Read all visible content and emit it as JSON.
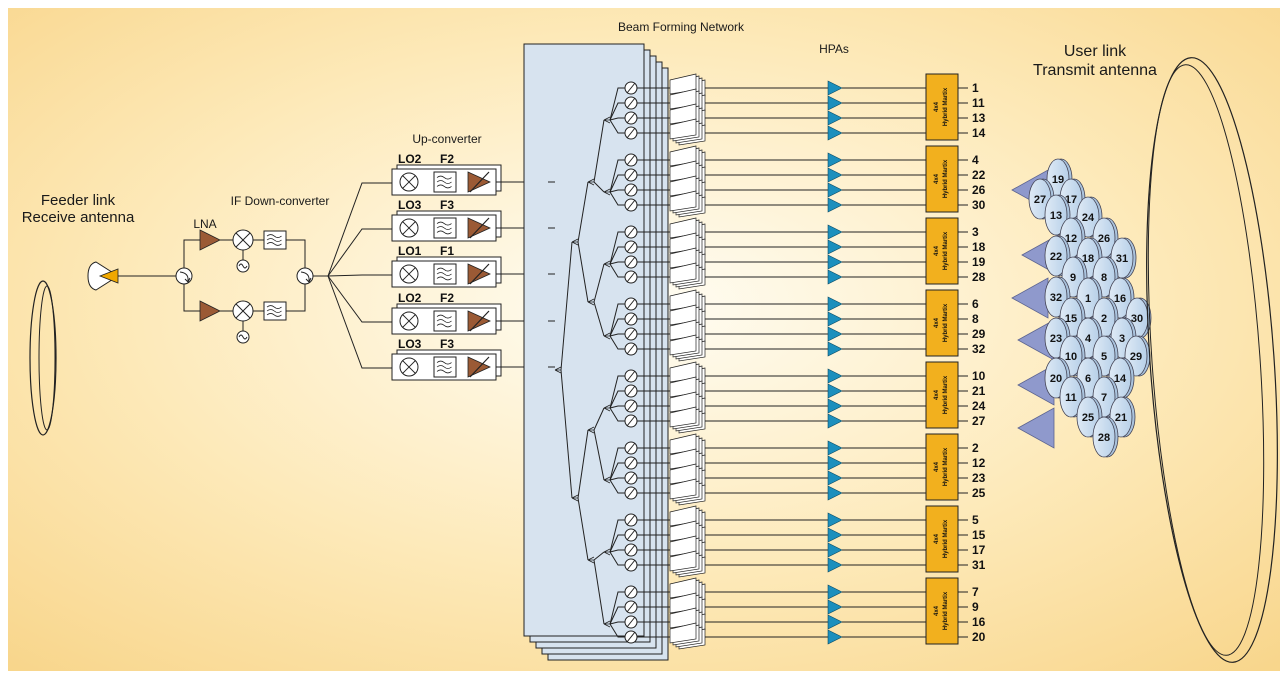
{
  "labels": {
    "feeder_line1": "Feeder link",
    "feeder_line2": "Receive antenna",
    "lna": "LNA",
    "if_down": "IF Down-converter",
    "up_converter": "Up-converter",
    "bfn": "Beam Forming Network",
    "hpas": "HPAs",
    "user_line1": "User link",
    "user_line2": "Transmit antenna"
  },
  "upconverter_chains": [
    {
      "lo": "LO2",
      "f": "F2"
    },
    {
      "lo": "LO3",
      "f": "F3"
    },
    {
      "lo": "LO1",
      "f": "F1"
    },
    {
      "lo": "LO2",
      "f": "F2"
    },
    {
      "lo": "LO3",
      "f": "F3"
    }
  ],
  "matrix": {
    "line1": "4x4",
    "line2": "Hybrid Martix"
  },
  "matrix_groups": [
    [
      "1",
      "11",
      "13",
      "14"
    ],
    [
      "4",
      "22",
      "26",
      "30"
    ],
    [
      "3",
      "18",
      "19",
      "28"
    ],
    [
      "6",
      "8",
      "29",
      "32"
    ],
    [
      "10",
      "21",
      "24",
      "27"
    ],
    [
      "2",
      "12",
      "23",
      "25"
    ],
    [
      "5",
      "15",
      "17",
      "31"
    ],
    [
      "7",
      "9",
      "16",
      "20"
    ]
  ],
  "feed_cells": [
    {
      "n": "19"
    },
    {
      "n": "27"
    },
    {
      "n": "17"
    },
    {
      "n": "13"
    },
    {
      "n": "24"
    },
    {
      "n": "12"
    },
    {
      "n": "26"
    },
    {
      "n": "22"
    },
    {
      "n": "18"
    },
    {
      "n": "31"
    },
    {
      "n": "9"
    },
    {
      "n": "8"
    },
    {
      "n": "32"
    },
    {
      "n": "1"
    },
    {
      "n": "16"
    },
    {
      "n": "15"
    },
    {
      "n": "2"
    },
    {
      "n": "30"
    },
    {
      "n": "23"
    },
    {
      "n": "4"
    },
    {
      "n": "3"
    },
    {
      "n": "10"
    },
    {
      "n": "5"
    },
    {
      "n": "29"
    },
    {
      "n": "20"
    },
    {
      "n": "6"
    },
    {
      "n": "14"
    },
    {
      "n": "11"
    },
    {
      "n": "7"
    },
    {
      "n": "25"
    },
    {
      "n": "21"
    },
    {
      "n": "28"
    }
  ],
  "colors": {
    "background_center": "#fffdf4",
    "background_edge": "#f8d58a",
    "horn": "#f0a800",
    "amplifier": "#9b5a35",
    "hpa": "#1c8fbd",
    "hybrid": "#f2b01e",
    "bfn_panel": "#d7e3ef",
    "feed_cell": "#c9dff0",
    "feed_shadow": "#8f99cc"
  }
}
